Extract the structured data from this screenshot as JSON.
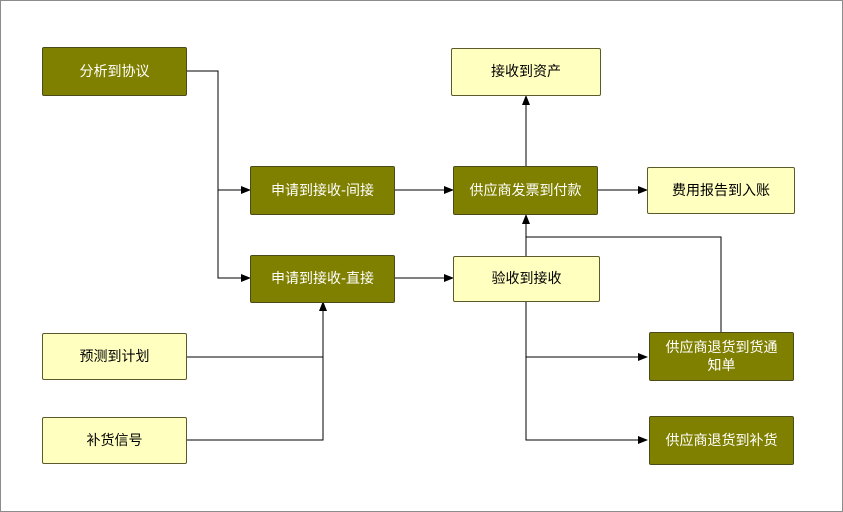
{
  "colors": {
    "dark_fill": "#808000",
    "light_fill": "#ffffc0",
    "edge": "#000000"
  },
  "nodes": {
    "analysis_to_agreement": "分析到协议",
    "receive_to_asset": "接收到资产",
    "requisition_to_receipt_indirect": "申请到接收-间接",
    "supplier_invoice_to_payment": "供应商发票到付款",
    "expense_report_to_posting": "费用报告到入账",
    "requisition_to_receipt_direct": "申请到接收-直接",
    "inspection_to_receipt": "验收到接收",
    "forecast_to_plan": "预测到计划",
    "supplier_return_to_notice": "供应商退货到货通知单",
    "replenishment_signal": "补货信号",
    "supplier_return_to_replenish": "供应商退货到补货"
  }
}
